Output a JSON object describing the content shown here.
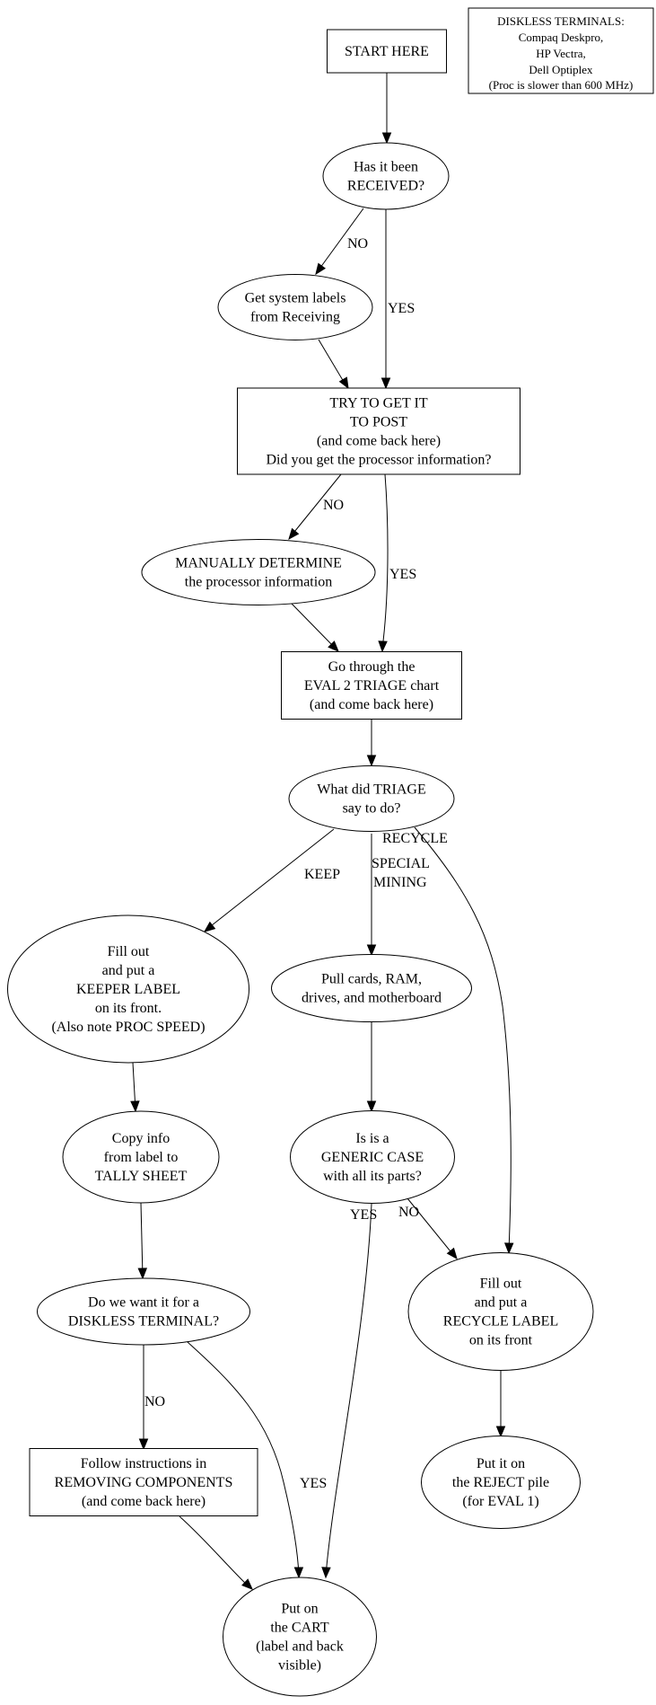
{
  "title": "Computer evaluation flowchart",
  "legend": {
    "lines": [
      "DISKLESS TERMINALS:",
      "Compaq Deskpro,",
      "HP Vectra,",
      "Dell Optiplex",
      "(Proc is slower than 600 MHz)"
    ]
  },
  "nodes": {
    "start": {
      "shape": "box",
      "lines": [
        "START HERE"
      ]
    },
    "received": {
      "shape": "ellipse",
      "lines": [
        "Has it been",
        "RECEIVED?"
      ]
    },
    "get_labels": {
      "shape": "ellipse",
      "lines": [
        "Get system labels",
        "from Receiving"
      ]
    },
    "post": {
      "shape": "box",
      "lines": [
        "TRY TO GET IT",
        "TO POST",
        "(and come back here)",
        "Did you get the processor information?"
      ]
    },
    "manual": {
      "shape": "ellipse",
      "lines": [
        "MANUALLY DETERMINE",
        "the processor information"
      ]
    },
    "eval2": {
      "shape": "box",
      "lines": [
        "Go through the",
        "EVAL 2 TRIAGE chart",
        "(and come back here)"
      ]
    },
    "triage": {
      "shape": "ellipse",
      "lines": [
        "What did TRIAGE",
        "say to do?"
      ]
    },
    "keeper": {
      "shape": "ellipse",
      "lines": [
        "Fill out",
        "and put a",
        "KEEPER LABEL",
        "on its front.",
        "(Also note PROC SPEED)"
      ]
    },
    "pull": {
      "shape": "ellipse",
      "lines": [
        "Pull cards, RAM,",
        "drives, and motherboard"
      ]
    },
    "copy": {
      "shape": "ellipse",
      "lines": [
        "Copy info",
        "from label to",
        "TALLY SHEET"
      ]
    },
    "generic": {
      "shape": "ellipse",
      "lines": [
        "Is is a",
        "GENERIC CASE",
        "with all its parts?"
      ]
    },
    "diskless": {
      "shape": "ellipse",
      "lines": [
        "Do we want it for a",
        "DISKLESS TERMINAL?"
      ]
    },
    "recycle": {
      "shape": "ellipse",
      "lines": [
        "Fill out",
        "and put a",
        "RECYCLE LABEL",
        "on its front"
      ]
    },
    "removing": {
      "shape": "box",
      "lines": [
        "Follow instructions in",
        "REMOVING COMPONENTS",
        "(and come back here)"
      ]
    },
    "reject": {
      "shape": "ellipse",
      "lines": [
        "Put it on",
        "the REJECT pile",
        "(for EVAL 1)"
      ]
    },
    "cart": {
      "shape": "ellipse",
      "lines": [
        "Put on",
        "the CART",
        "(label and back",
        "visible)"
      ]
    }
  },
  "edges": [
    {
      "from": "start",
      "to": "received",
      "label": ""
    },
    {
      "from": "received",
      "to": "get_labels",
      "label": "NO"
    },
    {
      "from": "received",
      "to": "post",
      "label": "YES"
    },
    {
      "from": "get_labels",
      "to": "post",
      "label": ""
    },
    {
      "from": "post",
      "to": "manual",
      "label": "NO"
    },
    {
      "from": "post",
      "to": "eval2",
      "label": "YES"
    },
    {
      "from": "manual",
      "to": "eval2",
      "label": ""
    },
    {
      "from": "eval2",
      "to": "triage",
      "label": ""
    },
    {
      "from": "triage",
      "to": "keeper",
      "label": "KEEP"
    },
    {
      "from": "triage",
      "to": "pull",
      "label": "SPECIAL MINING",
      "label_lines": [
        "SPECIAL",
        "MINING"
      ]
    },
    {
      "from": "triage",
      "to": "recycle",
      "label": "RECYCLE"
    },
    {
      "from": "keeper",
      "to": "copy",
      "label": ""
    },
    {
      "from": "pull",
      "to": "generic",
      "label": ""
    },
    {
      "from": "copy",
      "to": "diskless",
      "label": ""
    },
    {
      "from": "generic",
      "to": "cart",
      "label": "YES"
    },
    {
      "from": "generic",
      "to": "recycle",
      "label": "NO"
    },
    {
      "from": "diskless",
      "to": "removing",
      "label": "NO"
    },
    {
      "from": "diskless",
      "to": "cart",
      "label": "YES"
    },
    {
      "from": "recycle",
      "to": "reject",
      "label": ""
    },
    {
      "from": "removing",
      "to": "cart",
      "label": ""
    }
  ]
}
